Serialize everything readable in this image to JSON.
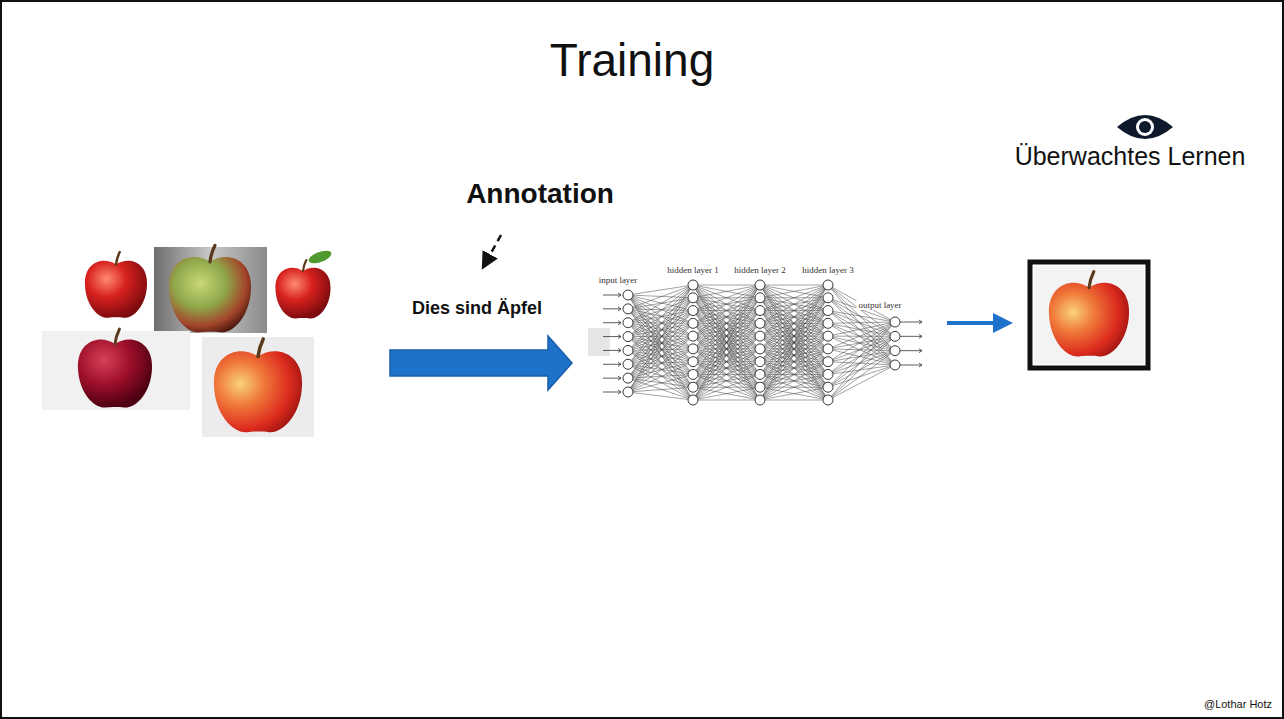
{
  "diagram": {
    "title": "Training",
    "labels": [
      "Überwachtes Lernen",
      "Annotation",
      "Dies sind Äpfel",
      "input layer",
      "hidden layer 1",
      "hidden layer 2",
      "hidden layer 3",
      "output layer",
      "@Lothar Hotz"
    ]
  }
}
